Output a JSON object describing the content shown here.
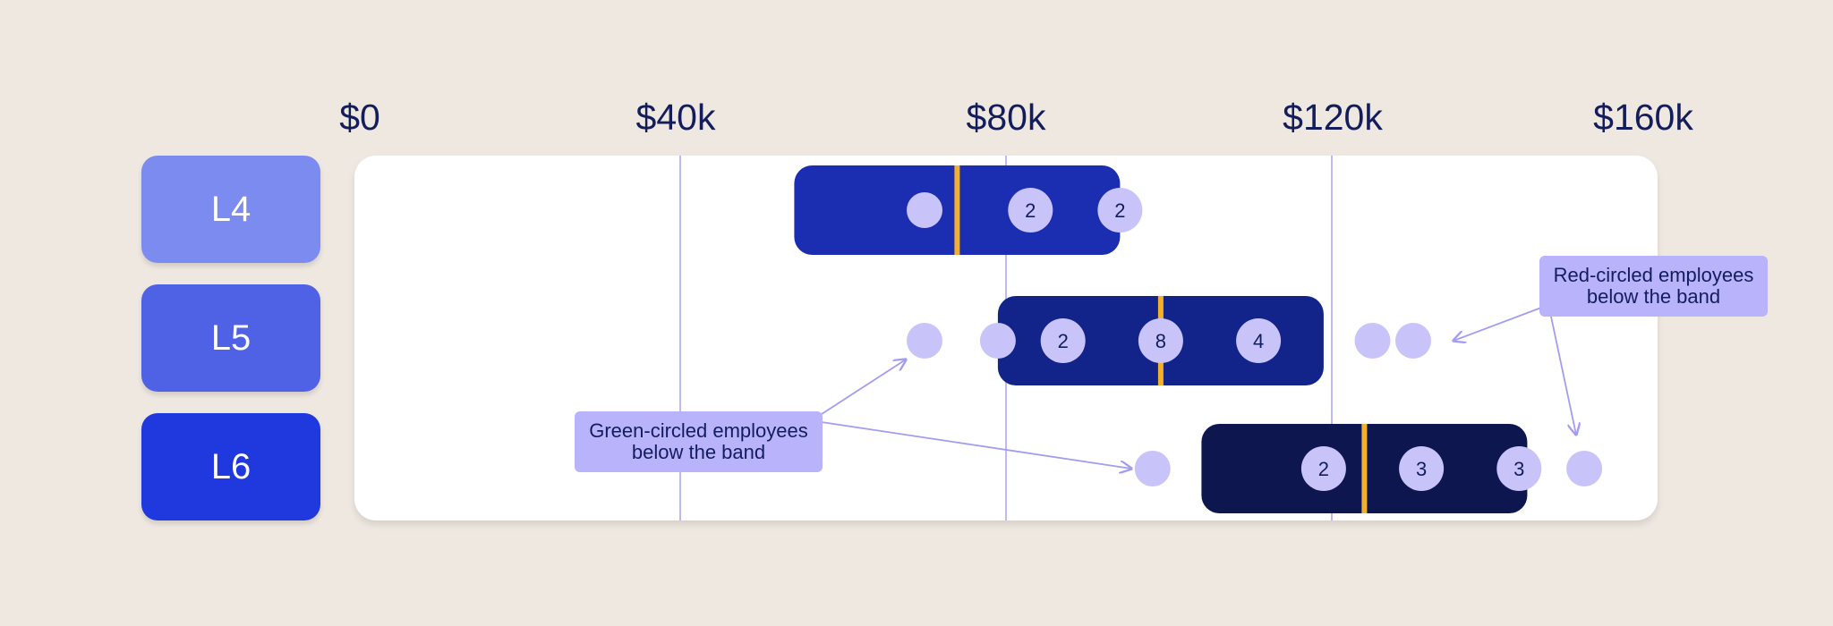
{
  "chart_data": {
    "type": "scatter",
    "title": "",
    "xlabel": "",
    "ylabel": "",
    "x_ticks": [
      "$0",
      "$40k",
      "$80k",
      "$120k",
      "$160k"
    ],
    "x_tick_values": [
      0,
      40000,
      80000,
      120000,
      160000
    ],
    "xlim": [
      0,
      160000
    ],
    "gridlines_at": [
      40000,
      80000,
      120000
    ],
    "categories": [
      "L4",
      "L5",
      "L6"
    ],
    "bands": [
      {
        "level": "L4",
        "min": 54000,
        "midpoint": 74000,
        "max": 94000,
        "color": "#1b2db0"
      },
      {
        "level": "L5",
        "min": 79000,
        "midpoint": 99000,
        "max": 119000,
        "color": "#12238a"
      },
      {
        "level": "L6",
        "min": 104000,
        "midpoint": 124000,
        "max": 144000,
        "color": "#0e1650"
      }
    ],
    "midpoint_color": "#f4b02a",
    "employees": [
      {
        "level": "L4",
        "salary": 70000,
        "count": ""
      },
      {
        "level": "L4",
        "salary": 83000,
        "count": "2"
      },
      {
        "level": "L4",
        "salary": 94000,
        "count": "2"
      },
      {
        "level": "L5",
        "salary": 70000,
        "count": ""
      },
      {
        "level": "L5",
        "salary": 79000,
        "count": ""
      },
      {
        "level": "L5",
        "salary": 87000,
        "count": "2"
      },
      {
        "level": "L5",
        "salary": 99000,
        "count": "8"
      },
      {
        "level": "L5",
        "salary": 111000,
        "count": "4"
      },
      {
        "level": "L5",
        "salary": 125000,
        "count": ""
      },
      {
        "level": "L5",
        "salary": 130000,
        "count": ""
      },
      {
        "level": "L6",
        "salary": 98000,
        "count": ""
      },
      {
        "level": "L6",
        "salary": 119000,
        "count": "2"
      },
      {
        "level": "L6",
        "salary": 131000,
        "count": "3"
      },
      {
        "level": "L6",
        "salary": 143000,
        "count": "3"
      },
      {
        "level": "L6",
        "salary": 151000,
        "count": ""
      }
    ],
    "annotations": [
      {
        "text": "Green-circled employees\nbelow the band"
      },
      {
        "text": "Red-circled employees\nbelow the band"
      }
    ]
  },
  "levels": [
    {
      "label": "L4",
      "color": "#7b8bef"
    },
    {
      "label": "L5",
      "color": "#4f62e6"
    },
    {
      "label": "L6",
      "color": "#2039de"
    }
  ],
  "colors": {
    "background": "#efe8e1",
    "plot": "#ffffff",
    "gridline": "#a9a3f5",
    "dot": "#c8c4fa",
    "dot_text": "#141d5c",
    "arrow": "#a29cf2",
    "callout": "#b8b3fa"
  }
}
